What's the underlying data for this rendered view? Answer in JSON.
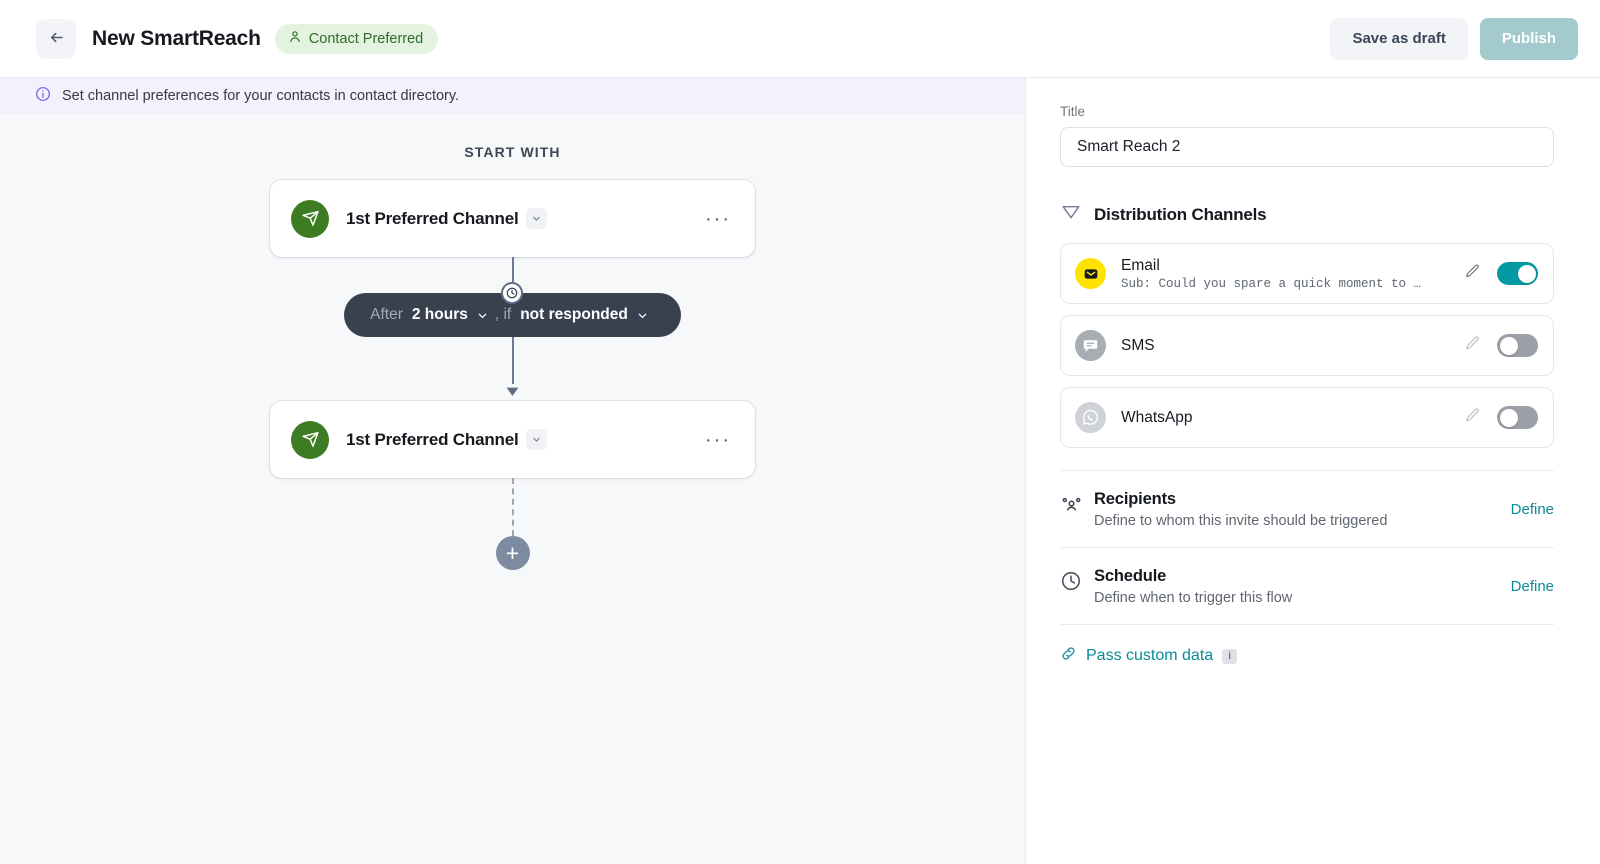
{
  "topbar": {
    "back_icon": "arrow-left-icon",
    "title": "New SmartReach",
    "badge": {
      "icon": "user-icon",
      "label": "Contact Preferred"
    },
    "save_draft_label": "Save as draft",
    "publish_label": "Publish",
    "publish_color": "#a3cacc"
  },
  "banner": {
    "icon": "info-circle-icon",
    "text": "Set channel preferences for your contacts in contact directory."
  },
  "flow": {
    "start_label": "START WITH",
    "nodes": [
      {
        "icon": "send-icon",
        "label": "1st Preferred Channel",
        "caret": "chevron-down-icon",
        "more": "···"
      },
      {
        "icon": "send-icon",
        "label": "1st Preferred Channel",
        "caret": "chevron-down-icon",
        "more": "···"
      }
    ],
    "delay": {
      "clock_icon": "clock-icon",
      "prefix": "After",
      "duration": "2 hours",
      "separator": ", if",
      "condition": "not responded"
    },
    "add_label": "+",
    "node_accent": "#3d7c22"
  },
  "panel": {
    "title_label": "Title",
    "title_value": "Smart Reach 2",
    "title_placeholder": "Enter title",
    "channels_section": {
      "icon": "send-outline-icon",
      "title": "Distribution Channels"
    },
    "channels": [
      {
        "icon": "email-icon",
        "name": "Email",
        "sub": "Sub: Could you spare a quick moment to …",
        "edit_icon": "pencil-icon",
        "enabled": true,
        "toggle_on_color": "#049aa4"
      },
      {
        "icon": "sms-icon",
        "name": "SMS",
        "sub": "",
        "edit_icon": "pencil-icon",
        "enabled": false,
        "toggle_off_color": "#9ba0a8"
      },
      {
        "icon": "whatsapp-icon",
        "name": "WhatsApp",
        "sub": "",
        "edit_icon": "pencil-icon",
        "enabled": false,
        "toggle_off_color": "#9ba0a8"
      }
    ],
    "rows": [
      {
        "icon": "people-icon",
        "title": "Recipients",
        "desc": "Define to whom this invite should be triggered",
        "action": "Define"
      },
      {
        "icon": "clock-icon",
        "title": "Schedule",
        "desc": "Define when to trigger this flow",
        "action": "Define"
      }
    ],
    "custom_data": {
      "icon": "link-icon",
      "label": "Pass custom data",
      "info": "i"
    },
    "link_color": "#0b8b96"
  }
}
